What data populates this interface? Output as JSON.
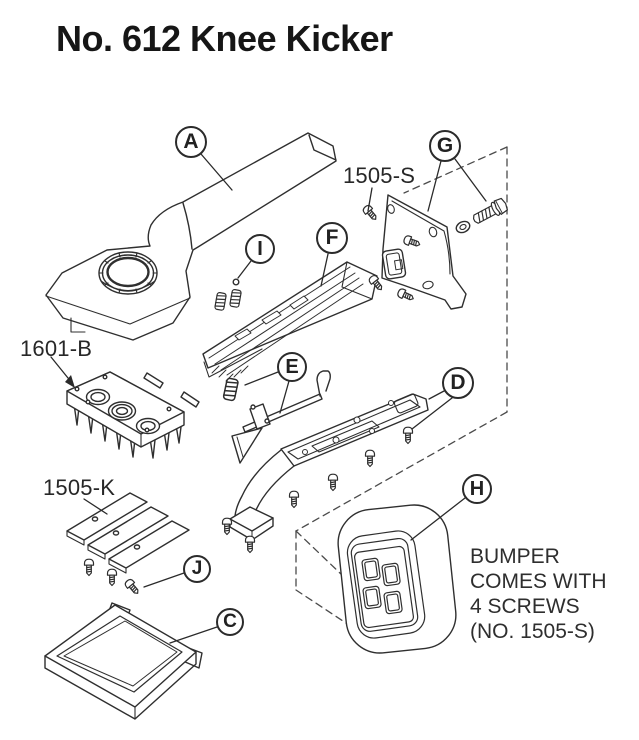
{
  "title": "No. 612 Knee Kicker",
  "diagram": {
    "callouts": {
      "A": "A",
      "C": "C",
      "D": "D",
      "E": "E",
      "F": "F",
      "G": "G",
      "H": "H",
      "I": "I",
      "J": "J"
    },
    "part_numbers": {
      "screw": "1505-S",
      "pin_plate": "1601-B",
      "shims": "1505-K"
    },
    "bumper_note": [
      "BUMPER",
      "COMES WITH",
      "4 SCREWS",
      "(NO. 1505-S)"
    ]
  }
}
